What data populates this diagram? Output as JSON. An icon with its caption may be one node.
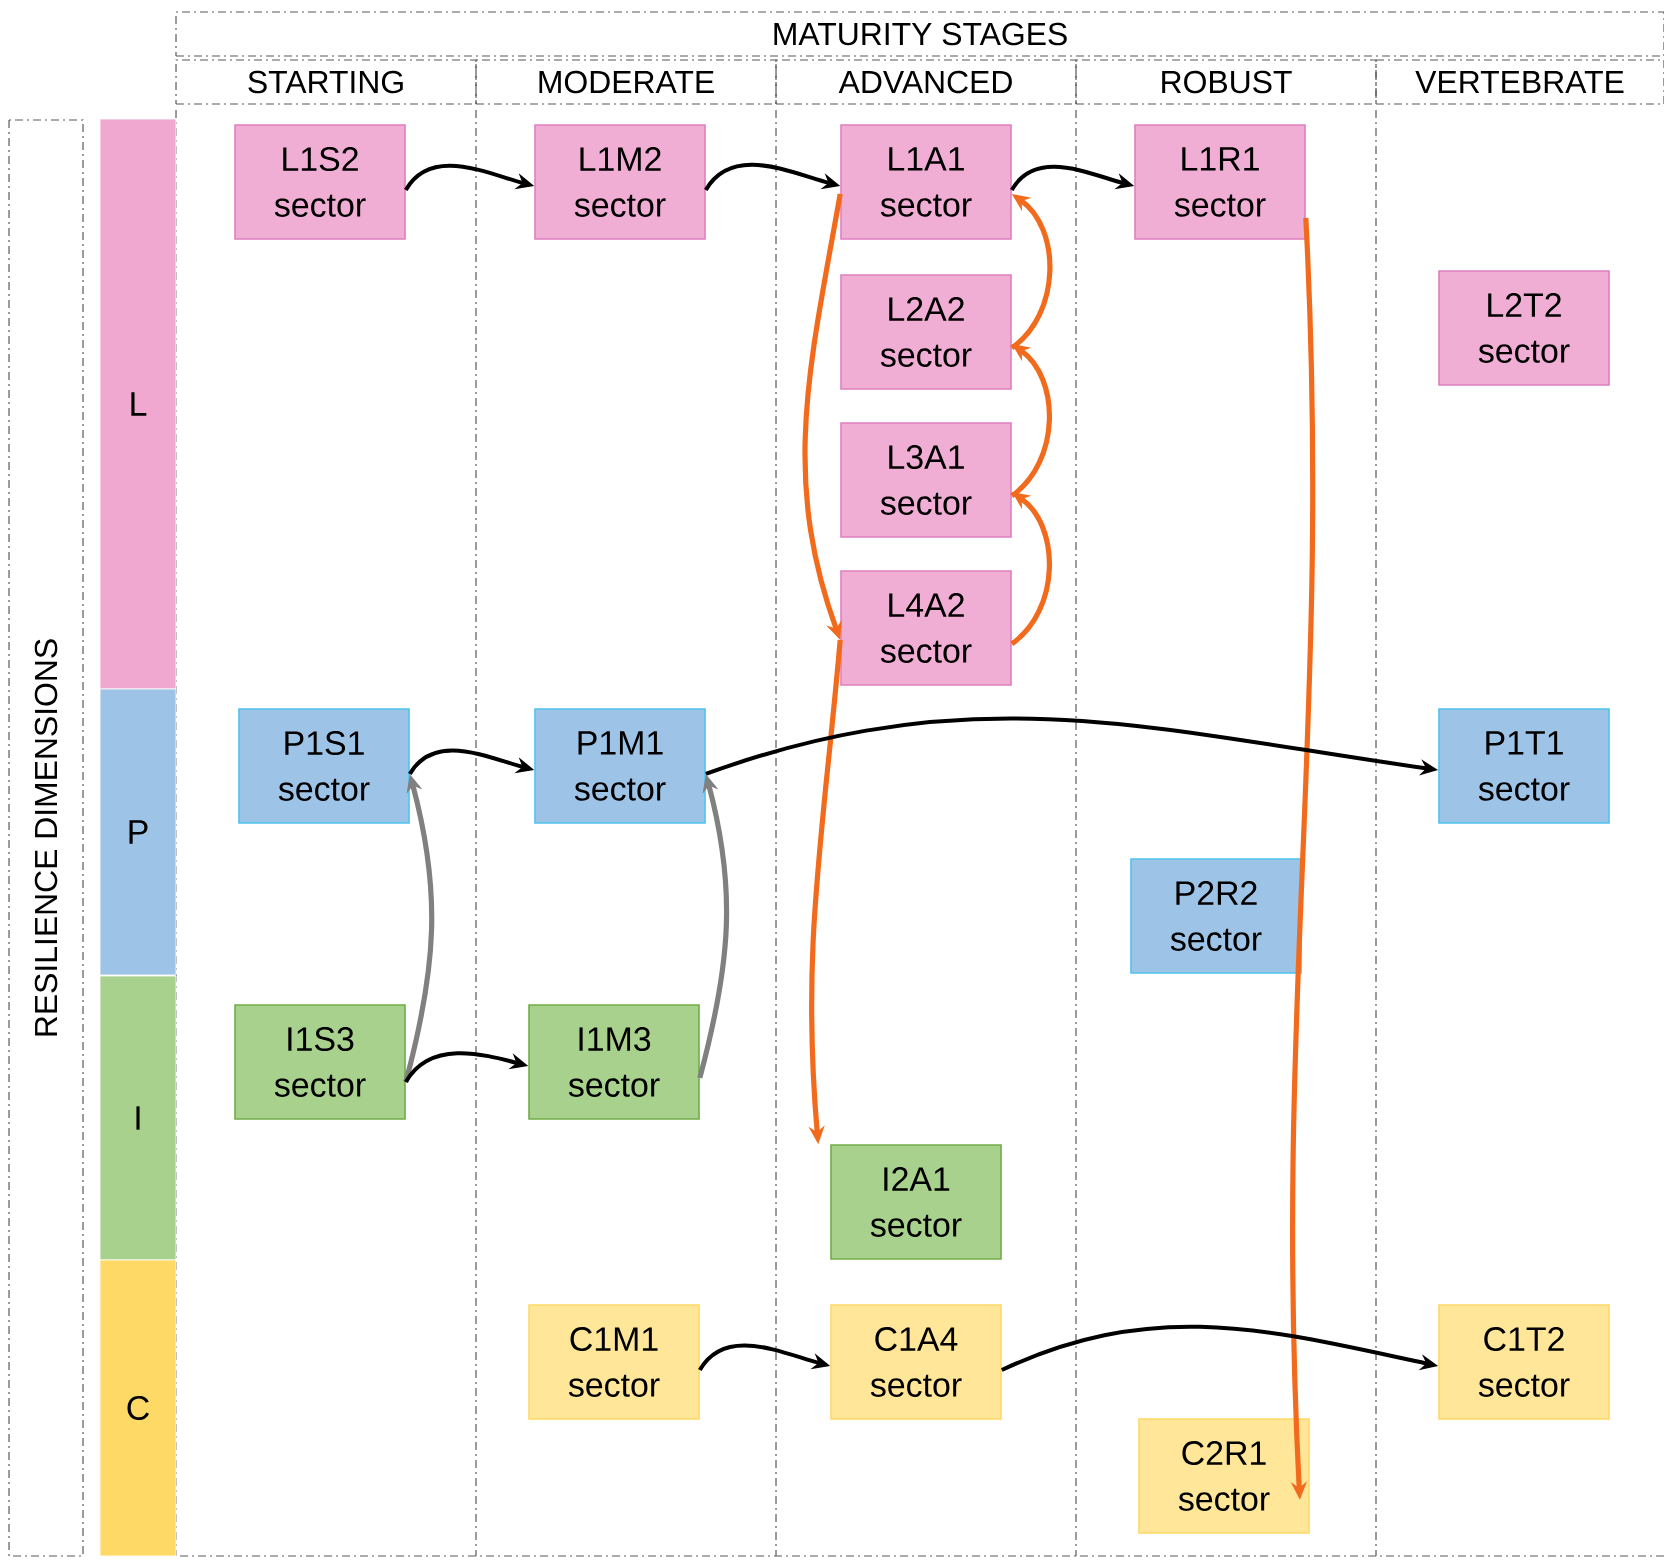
{
  "diagram": {
    "nodes": [
      {
        "text": [
          "L"
        ]
      },
      {
        "text": [
          "P"
        ]
      },
      {
        "text": [
          "I"
        ]
      },
      {
        "text": [
          "C"
        ]
      },
      {
        "text": [
          "L1S2 sector"
        ]
      },
      {
        "text": [
          "L1M2 sector"
        ]
      },
      {
        "text": [
          "L1A1 sector"
        ]
      },
      {
        "text": [
          "L1R1 sector"
        ]
      },
      {
        "text": [
          "L2A2 sector"
        ]
      },
      {
        "text": [
          "L2T2 sector"
        ]
      },
      {
        "text": [
          "L3A1 sector"
        ]
      },
      {
        "text": [
          "L4A2 sector"
        ]
      },
      {
        "text": [
          "P1S1 sector"
        ]
      },
      {
        "text": [
          "P1M1 sector"
        ]
      },
      {
        "text": [
          "P1T1 sector"
        ]
      },
      {
        "text": [
          "P2R2 sector"
        ]
      },
      {
        "text": [
          "I1S3 sector"
        ]
      },
      {
        "text": [
          "I1M3 sector"
        ]
      },
      {
        "text": [
          "I2A1 sector"
        ]
      },
      {
        "text": [
          "C1M1 sector"
        ]
      },
      {
        "text": [
          "C1A4 sector"
        ]
      },
      {
        "text": [
          "C1T2 sector"
        ]
      },
      {
        "text": [
          "C2R1 sector"
        ]
      }
    ],
    "edges": [
      {
        "from": 4,
        "to": 5,
        "arrow": "to"
      },
      {
        "from": 5,
        "to": 6,
        "arrow": "to"
      },
      {
        "from": 6,
        "to": 7,
        "arrow": "to"
      },
      {
        "from": 11,
        "to": 10,
        "arrow": "to",
        "color": "#f26b1d"
      },
      {
        "from": 10,
        "to": 8,
        "arrow": "to",
        "color": "#f26b1d"
      },
      {
        "from": 8,
        "to": 6,
        "arrow": "to",
        "color": "#f26b1d"
      },
      {
        "from": 6,
        "to": 11,
        "arrow": "to",
        "color": "#f26b1d"
      },
      {
        "from": 11,
        "to": 18,
        "arrow": "to",
        "color": "#f26b1d"
      },
      {
        "from": 7,
        "to": 22,
        "arrow": "to",
        "color": "#f26b1d"
      },
      {
        "from": 12,
        "to": 13,
        "arrow": "to"
      },
      {
        "from": 13,
        "to": 14,
        "arrow": "to"
      },
      {
        "from": 16,
        "to": 12,
        "arrow": "to",
        "color": "#808080"
      },
      {
        "from": 16,
        "to": 17,
        "arrow": "to"
      },
      {
        "from": 17,
        "to": 13,
        "arrow": "to",
        "color": "#808080"
      },
      {
        "from": 19,
        "to": 20,
        "arrow": "to"
      },
      {
        "from": 20,
        "to": 21,
        "arrow": "to"
      }
    ],
    "labels": [
      "MATURITY STAGES",
      "STARTING",
      "MODERATE",
      "ADVANCED",
      "ROBUST",
      "VERTEBRATE",
      "RESILIENCE DIMENSIONS"
    ]
  }
}
